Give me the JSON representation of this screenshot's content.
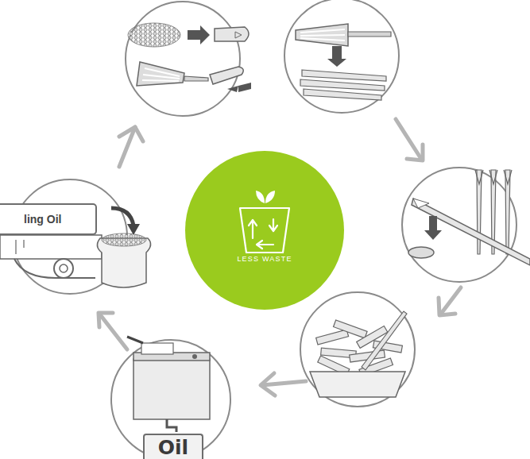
{
  "diagram": {
    "nodes": [
      {
        "text": [
          "ling Oil"
        ]
      },
      {
        "text": [
          "LESS WASTE"
        ]
      },
      {
        "text": [
          "Oil"
        ]
      }
    ]
  }
}
